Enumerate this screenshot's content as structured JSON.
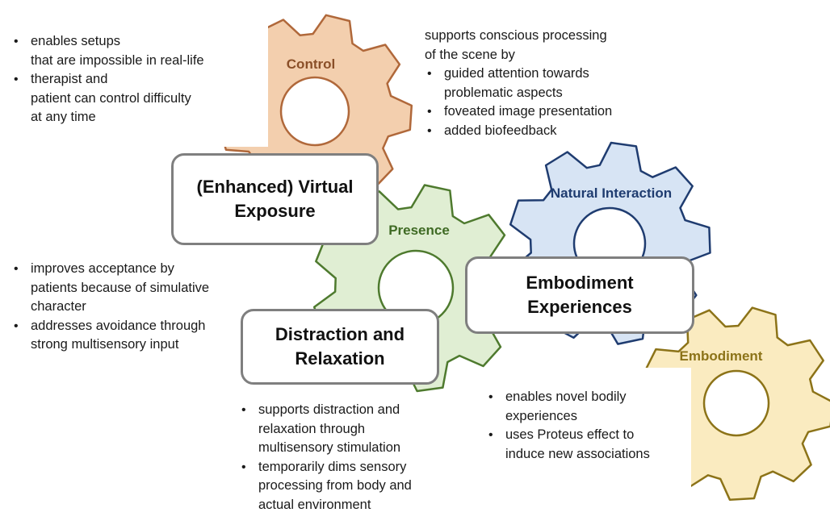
{
  "colors": {
    "control_fill": "#f3cfae",
    "control_stroke": "#b0683a",
    "control_label": "#8a4f28",
    "presence_fill": "#e0eed3",
    "presence_stroke": "#4e7a2e",
    "presence_label": "#3f6a24",
    "natural_fill": "#d7e4f4",
    "natural_stroke": "#1f3c70",
    "natural_label": "#1f3c70",
    "embodiment_fill": "#faebc0",
    "embodiment_stroke": "#8c7318",
    "embodiment_label": "#8c7318",
    "box_border": "#7f7f7f"
  },
  "gears": {
    "control": "Control",
    "presence": "Presence",
    "natural_interaction": "Natural Interaction",
    "embodiment": "Embodiment"
  },
  "boxes": {
    "virtual_exposure": [
      "(Enhanced) Virtual",
      "Exposure"
    ],
    "embodiment_experiences": [
      "Embodiment",
      "Experiences"
    ],
    "distraction_relaxation": [
      "Distraction and",
      "Relaxation"
    ]
  },
  "notes": {
    "control": [
      "enables setups\nthat are impossible in real-life",
      "therapist and\npatient can control difficulty\nat any time"
    ],
    "conscious_processing": {
      "lead": "supports conscious processing\nof the scene by",
      "items": [
        "guided attention towards\nproblematic aspects",
        "foveated image presentation",
        "added biofeedback"
      ]
    },
    "acceptance": [
      "improves acceptance by\npatients because of simulative\ncharacter",
      "addresses avoidance through\nstrong multisensory input"
    ],
    "distraction": [
      "supports distraction and\nrelaxation through\nmultisensory stimulation",
      "temporarily dims sensory\nprocessing from body and\nactual environment"
    ],
    "embodiment": [
      "enables novel bodily\nexperiences",
      "uses Proteus effect to\ninduce new associations"
    ]
  }
}
